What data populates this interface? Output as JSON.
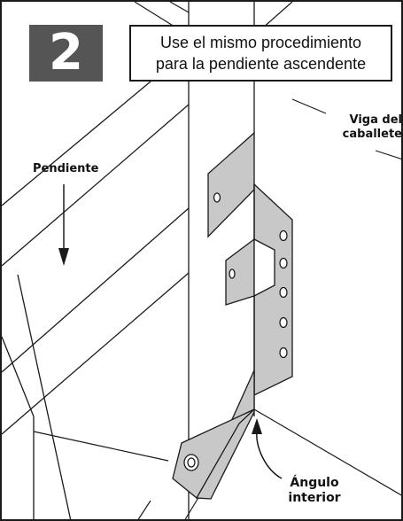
{
  "step": {
    "number": "2"
  },
  "instruction": {
    "line1": "Use el mismo procedimiento",
    "line2": "para la pendiente ascendente"
  },
  "labels": {
    "ridge_beam_line1": "Viga del",
    "ridge_beam_line2": "caballete",
    "slope": "Pendiente",
    "angle_line1": "Ángulo",
    "angle_line2": "interior"
  },
  "colors": {
    "badge_bg": "#555555",
    "bracket_fill": "#c8c8c8",
    "line": "#1a1a1a"
  },
  "icons": [
    "down-arrow-icon",
    "curved-arrow-icon"
  ]
}
